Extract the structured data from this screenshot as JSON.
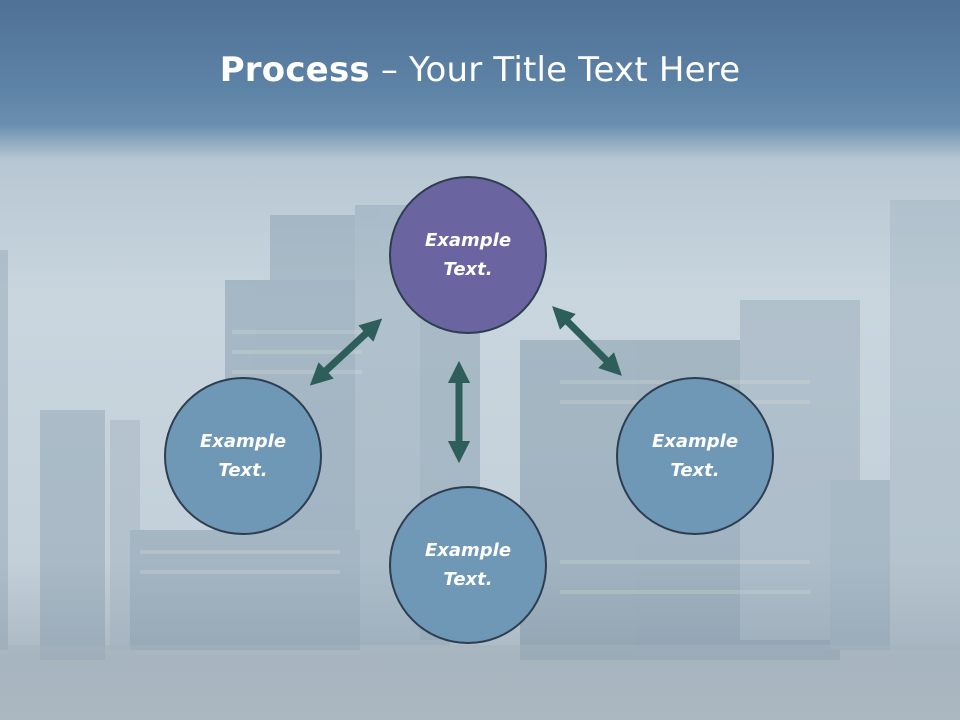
{
  "title": {
    "bold": "Process",
    "rest": " – Your Title Text Here"
  },
  "nodes": [
    {
      "line1": "Example",
      "line2": "Text."
    },
    {
      "line1": "Example",
      "line2": "Text."
    },
    {
      "line1": "Example",
      "line2": "Text."
    },
    {
      "line1": "Example",
      "line2": "Text."
    }
  ],
  "colors": {
    "top_circle": "#6a65a0",
    "other_circles": "#6f97b6",
    "arrow": "#2e5e5a",
    "title_bar": "#5a7fa3"
  }
}
